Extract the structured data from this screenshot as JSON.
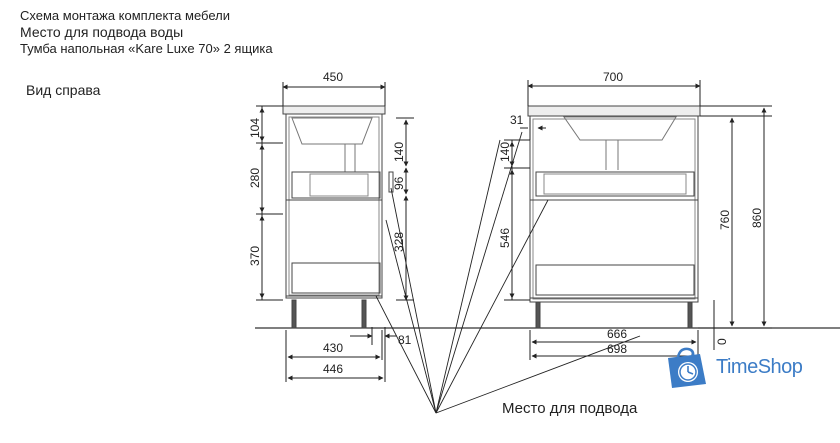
{
  "header": {
    "line1": "Схема монтажа комплекта мебели",
    "line2": "Место для подвода воды",
    "line3": "Тумба напольная «Kare Luxe 70» 2 ящика",
    "view_label": "Вид справа"
  },
  "caption": "Место для подвода",
  "brand": {
    "name": "TimeShop",
    "color": "#3c7cc6"
  },
  "side_view": {
    "top_width": "450",
    "heights": [
      "104",
      "280",
      "370"
    ],
    "pipe_marks": [
      "140",
      "96",
      "328"
    ],
    "bottom_offset": "81",
    "bottom_widths": [
      "430",
      "446"
    ]
  },
  "front_view": {
    "top_width": "700",
    "offset_31": "31",
    "pipe_marks": [
      "140",
      "546"
    ],
    "heights": [
      "760",
      "860"
    ],
    "floor_zero": "0",
    "bottom_widths": [
      "666",
      "698"
    ]
  }
}
